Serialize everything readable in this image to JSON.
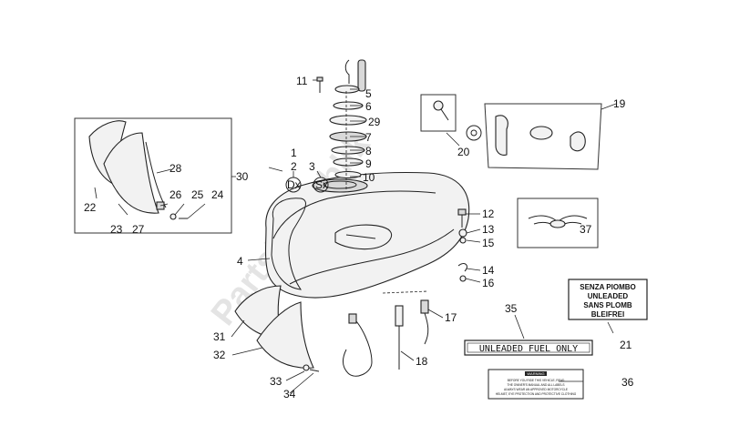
{
  "watermark": "PartsRepublik",
  "callouts": {
    "c1": "1",
    "c2": "2",
    "c3": "3",
    "c4": "4",
    "c5": "5",
    "c6": "6",
    "c7": "7",
    "c8": "8",
    "c9": "9",
    "c10": "10",
    "c11": "11",
    "c12": "12",
    "c13": "13",
    "c14": "14",
    "c15": "15",
    "c16": "16",
    "c17": "17",
    "c18": "18",
    "c19": "19",
    "c20": "20",
    "c21": "21",
    "c22": "22",
    "c23": "23",
    "c24": "24",
    "c25": "25",
    "c26": "26",
    "c27": "27",
    "c28": "28",
    "c29": "29",
    "c30": "30",
    "c31": "31",
    "c32": "32",
    "c33": "33",
    "c34": "34",
    "c35": "35",
    "c36": "36",
    "c37": "37"
  },
  "markers": {
    "dx": "Dx",
    "sx": "Sx"
  },
  "labels": {
    "fuel_sticker": [
      "SENZA PIOMBO",
      "UNLEADED",
      "SANS PLOMB",
      "BLEIFREI"
    ],
    "unleaded_strip": "UNLEADED FUEL ONLY",
    "warning_title": "WARNING",
    "warning_lines": [
      "BEFORE YOU RIDE THIS VEHICLE, READ",
      "THE OWNER'S MANUAL AND ALL LABELS",
      "ALWAYS WEAR AN APPROVED MOTORCYCLE",
      "HELMET, EYE PROTECTION AND PROTECTIVE CLOTHING"
    ]
  }
}
